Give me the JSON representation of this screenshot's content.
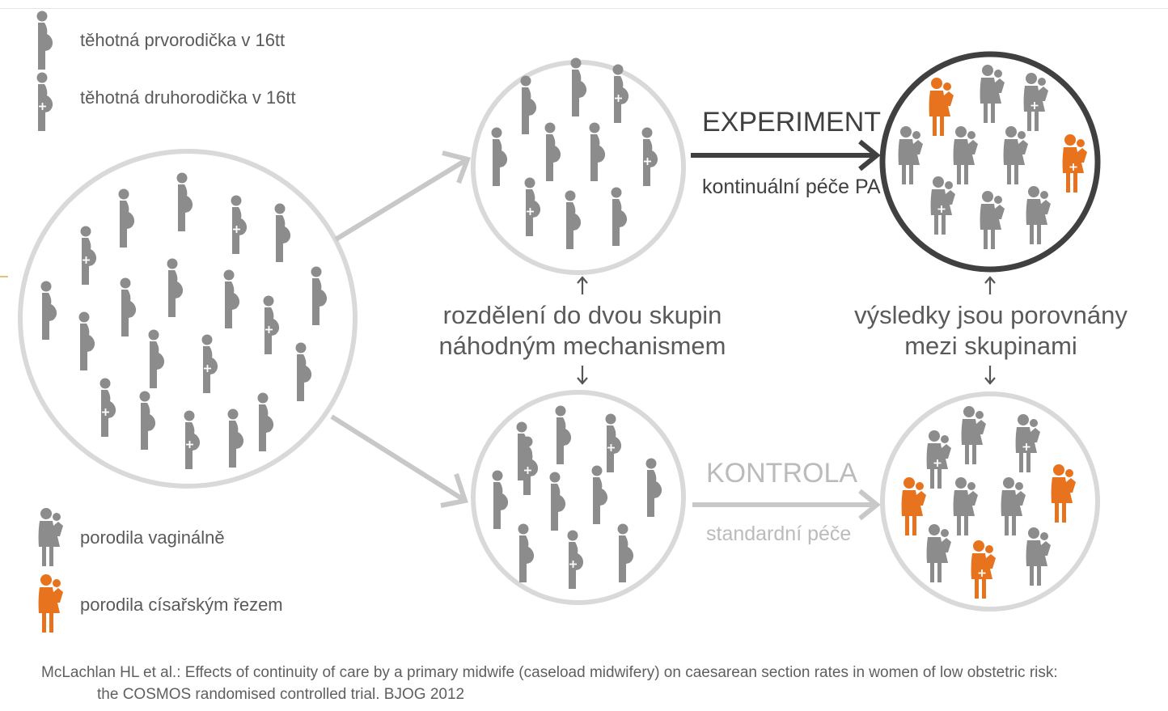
{
  "legend": {
    "primipara": "těhotná prvorodička v 16tt",
    "multipara": "těhotná druhorodička v 16tt",
    "vaginal": "porodila vaginálně",
    "caesarean": "porodila císařským řezem"
  },
  "randomization": {
    "line1": "rozdělení do dvou skupin",
    "line2": "náhodným mechanismem"
  },
  "comparison": {
    "line1": "výsledky jsou porovnány",
    "line2": "mezi skupinami"
  },
  "experiment": {
    "title": "EXPERIMENT",
    "subtitle": "kontinuální péče PA"
  },
  "control": {
    "title": "KONTROLA",
    "subtitle": "standardní péče"
  },
  "citation": {
    "line1": "McLachlan HL et al.: Effects of continuity of care by a primary midwife (caseload midwifery) on caesarean section rates in women of low obstetric risk:",
    "line2": "the COSMOS randomised controlled trial.  BJOG 2012"
  },
  "colors": {
    "figure": "#8c8c8c",
    "caesarean": "#e8731e",
    "circle": "#d9d9d9",
    "experiment_ring": "#404040",
    "arrow_light": "#c8c8c8",
    "text": "#595959",
    "control_text": "#bbbbbb"
  }
}
